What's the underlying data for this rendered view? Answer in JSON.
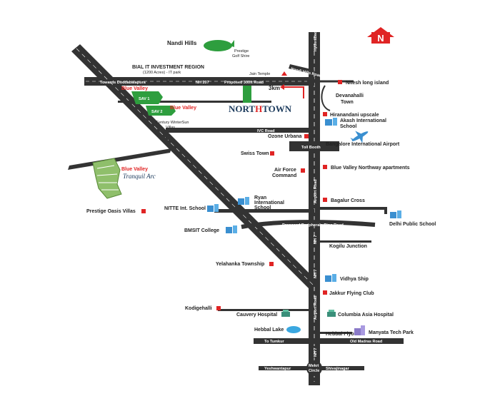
{
  "colors": {
    "road": "#333333",
    "accent": "#e02424",
    "park": "#2e9e3e",
    "school": "#3a8fd0",
    "title": "#1b3a5c"
  },
  "compass": {
    "letter": "N"
  },
  "brand": {
    "name_part1": "NORT",
    "name_part2": "H",
    "name_part3": "TOWN"
  },
  "distance": {
    "label": "3km"
  },
  "roads": {
    "nh207_left": "Towards Doddabalapura",
    "nh207_mid": "NH 207",
    "nh207_right": "Proposed 300ft Road",
    "nandi_road": "Nandi Hills Road",
    "ivc_road": "IVC Road",
    "toll_booth": "Toll Booth",
    "airport_road_top": "Hyderabad",
    "airport_road_1": "Airport Road",
    "nh7_1": "NH 7",
    "nh7_2": "NH 7",
    "airport_road_2": "Airport Road",
    "nh7_3": "NH 7",
    "ring_road": "Proposed Peripherals Ring Road",
    "to_tumkur": "To Tumkur",
    "old_madras": "Old Madras Road",
    "yeshwantpur": "Yeshwantapur",
    "shivajinagar": "Shivajinagar",
    "mekri_1": "Mekri",
    "mekri_2": "Circle"
  },
  "places": {
    "nandi_hills": "Nandi Hills",
    "prestige_golf_1": "Prestige",
    "prestige_golf_2": "Golf Shire",
    "bial_1": "BIAL IT INVESTMENT REGION",
    "bial_2": "(1200 Acres) - IT park",
    "jain_temple": "Jain Temple",
    "nitesh": "Nitesh long island",
    "devanahalli_1": "Devanahalli",
    "devanahalli_2": "Town",
    "blue_valley_1": "Blue Valley",
    "sav1": "SAV 1",
    "sav2": "SAV 2",
    "blue_valley_2": "Blue Valley",
    "century_1": "Century WinterSun",
    "century_2": "Villas",
    "hiranandani": "Hiranandani upscale",
    "akash_1": "Akash International",
    "akash_2": "School",
    "ozone": "Ozone Urbana",
    "airport": "Bangalore International  Airport",
    "swiss": "Swiss Town",
    "air_force_1": "Air Force",
    "air_force_2": "Command",
    "bv_northway": "Blue Valley Northway apartments",
    "bv_tranquil": "Blue Valley",
    "tranquil_arc": "Tranquil Arc",
    "ryan_1": "Ryan",
    "ryan_2": "International",
    "ryan_3": "School",
    "bagalur": "Bagalur Cross",
    "prestige_oasis": "Prestige Oasis Villas",
    "nitte": "NITTE Int. School",
    "dps": "Delhi Public School",
    "bmsit": "BMSIT College",
    "kogilu": "Kogilu Junction",
    "yelahanka": "Yelahanka Township",
    "vidhya": "Vidhya Ship",
    "jakkur": "Jakkur Flying Club",
    "kodigehalli": "Kodigehalli",
    "cauvery": "Cauvery Hospital",
    "columbia": "Columbia Asia Hospital",
    "hebbal_lake": "Hebbal Lake",
    "hebbal_flyover": "Hebbal Flyover",
    "manyata": "Manyata Tech Park"
  }
}
